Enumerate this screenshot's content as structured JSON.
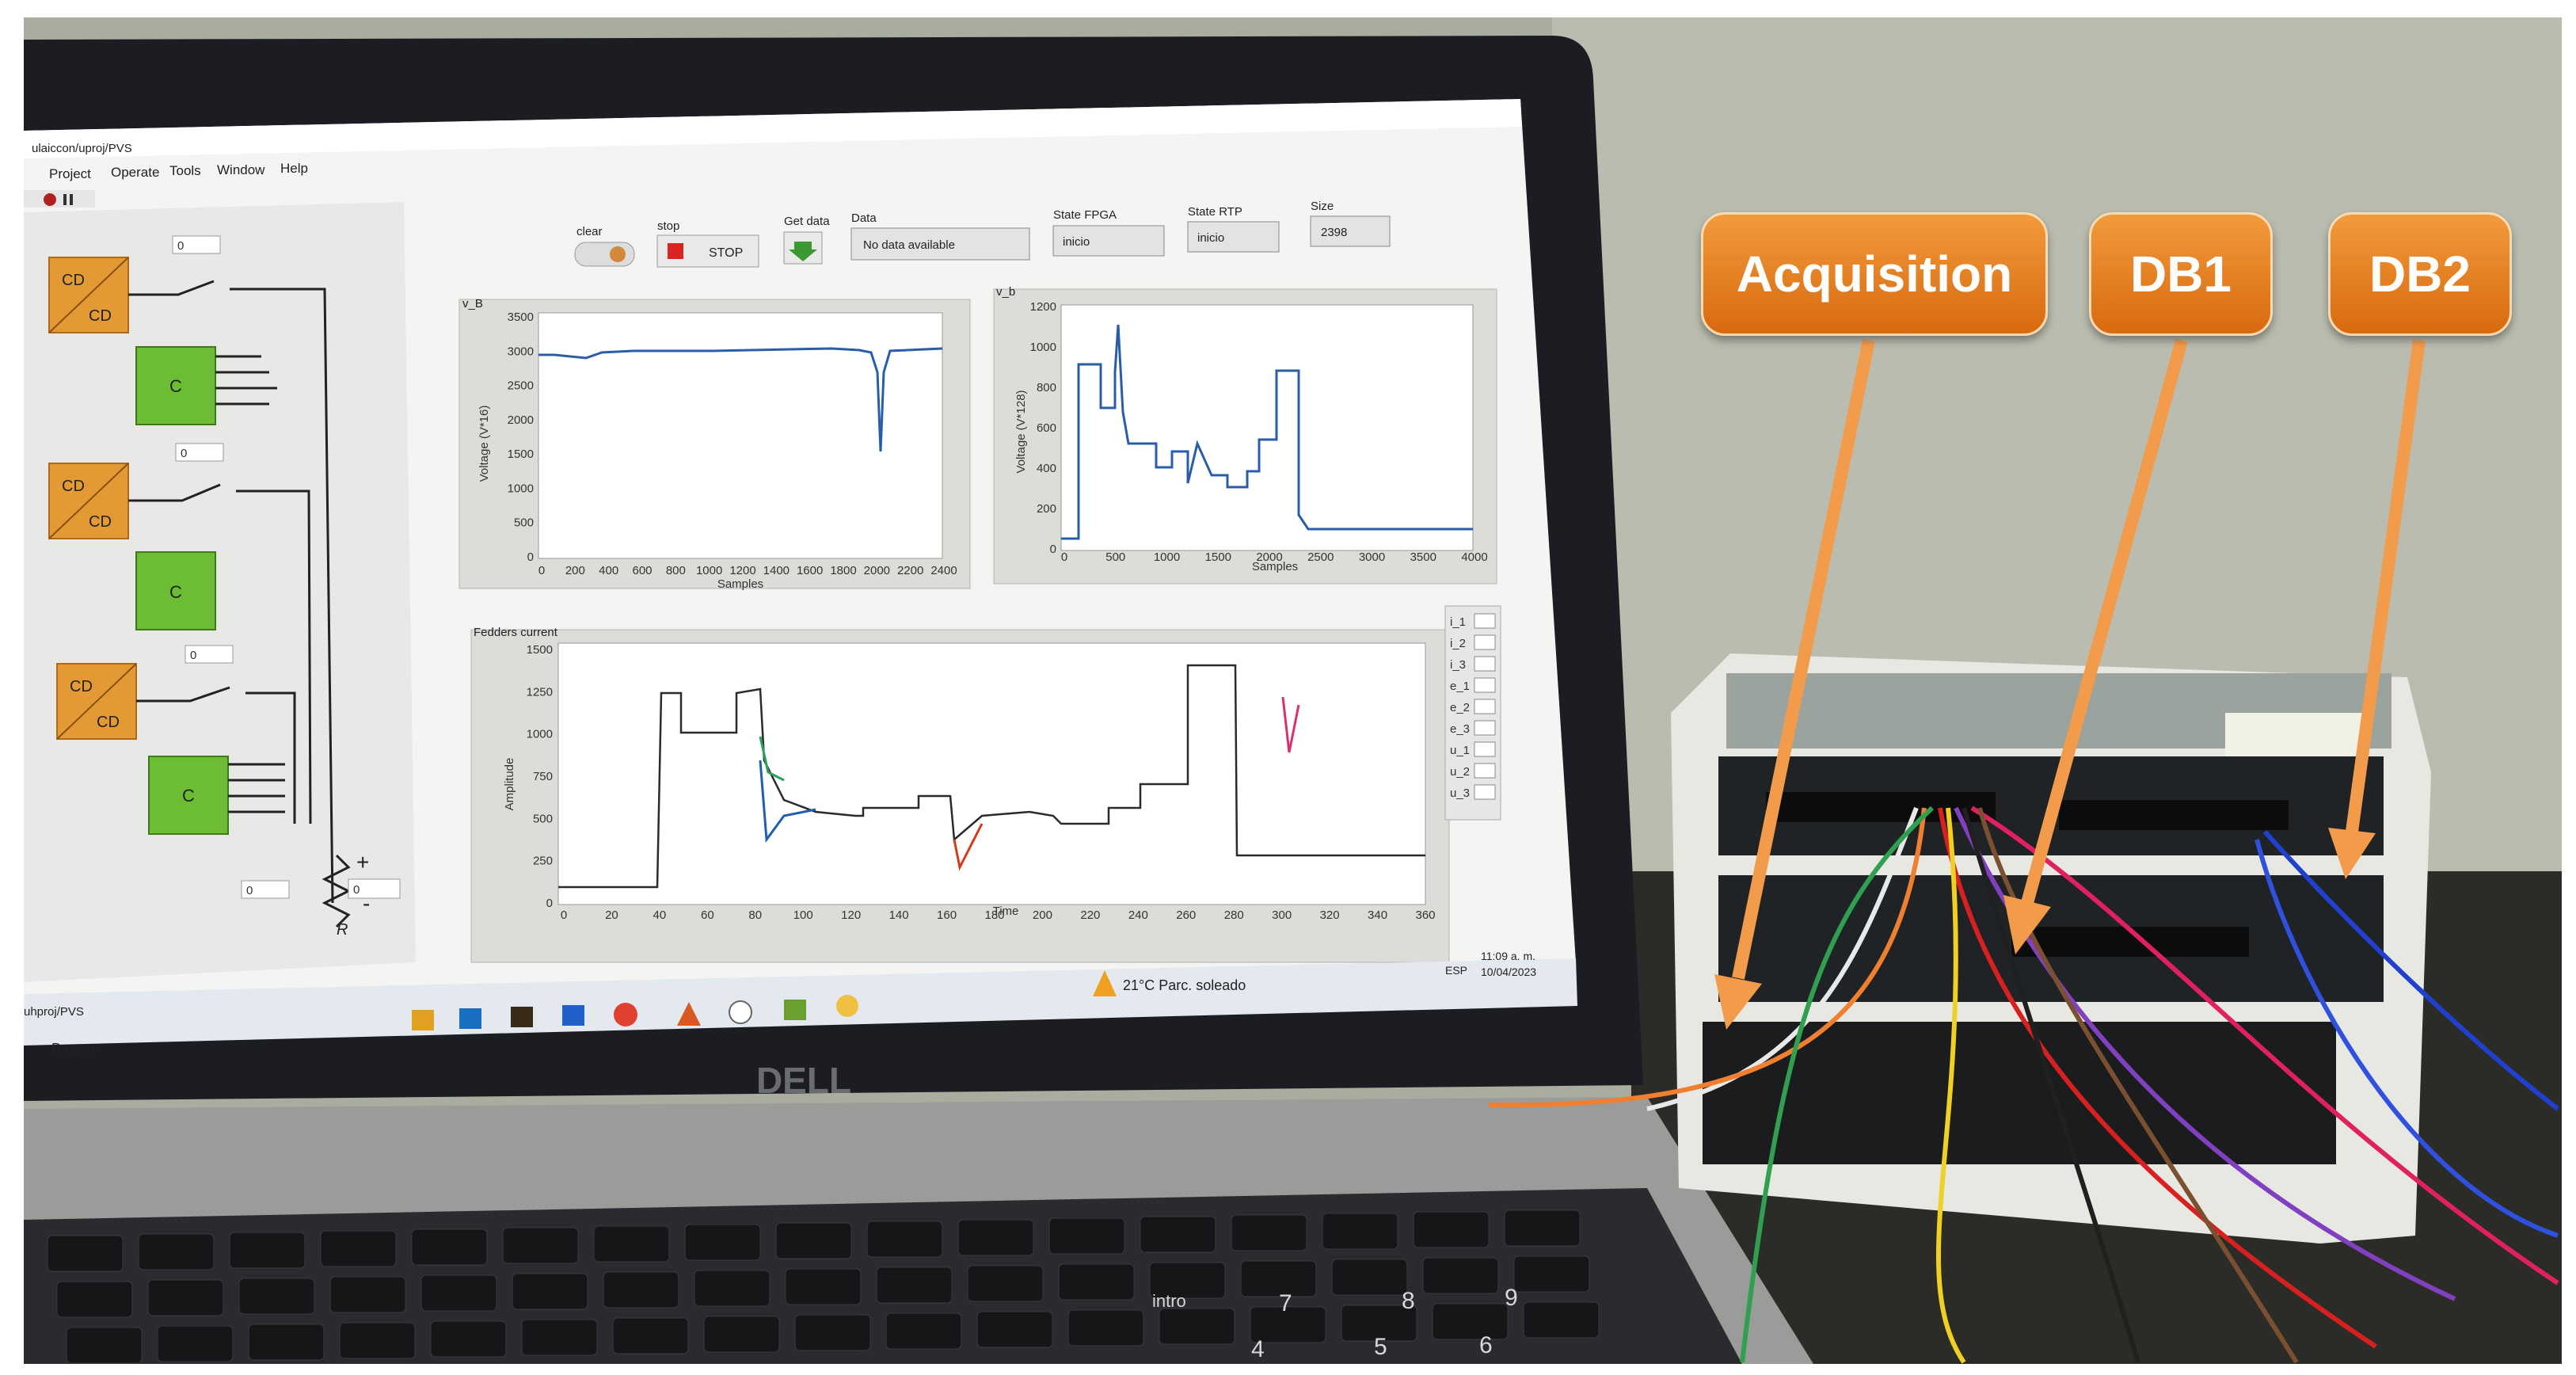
{
  "annotations": {
    "acquisition": "Acquisition",
    "db1": "DB1",
    "db2": "DB2"
  },
  "labview": {
    "title": "ulaiccon/uproj/PVS",
    "menu": [
      "Project",
      "Operate",
      "Tools",
      "Window",
      "Help"
    ],
    "controls": {
      "clear_label": "clear",
      "stop_label": "stop",
      "stop_button": "STOP",
      "get_data_label": "Get data",
      "data_label": "Data",
      "data_value": "No data available",
      "state_fpga_label": "State FPGA",
      "state_fpga_value": "inicio",
      "state_rtp_label": "State RTP",
      "state_rtp_value": "inicio",
      "size_label": "Size",
      "size_value": "2398"
    },
    "schematic": {
      "cd": "CD",
      "c": "C",
      "zero": "0",
      "resistor": "R",
      "plus": "+",
      "minus": "-"
    },
    "chart_vb": {
      "title": "v_B",
      "ylabel": "Voltage (V*16)",
      "xlabel": "Samples",
      "yticks": [
        "3500",
        "3000",
        "2500",
        "2000",
        "1500",
        "1000",
        "500",
        "0"
      ],
      "xticks": [
        "0",
        "200",
        "400",
        "600",
        "800",
        "1000",
        "1200",
        "1400",
        "1600",
        "1800",
        "2000",
        "2200",
        "2400"
      ]
    },
    "chart_vb2": {
      "title": "v_b",
      "ylabel": "Voltage (V*128)",
      "xlabel": "Samples",
      "yticks": [
        "1200",
        "1000",
        "800",
        "600",
        "400",
        "200",
        "0"
      ],
      "xticks": [
        "0",
        "500",
        "1000",
        "1500",
        "2000",
        "2500",
        "3000",
        "3500",
        "4000"
      ]
    },
    "chart_feeders": {
      "title": "Fedders current",
      "ylabel": "Amplitude",
      "xlabel": "Time",
      "yticks": [
        "1500",
        "1250",
        "1000",
        "750",
        "500",
        "250",
        "0"
      ],
      "xticks": [
        "0",
        "20",
        "40",
        "60",
        "80",
        "100",
        "120",
        "140",
        "160",
        "180",
        "200",
        "220",
        "240",
        "260",
        "280",
        "300",
        "320",
        "340",
        "360"
      ]
    },
    "legend": [
      "i_1",
      "i_2",
      "i_3",
      "e_1",
      "e_2",
      "e_3",
      "u_1",
      "u_2",
      "u_3"
    ]
  },
  "taskbar": {
    "search": "Buscar",
    "vi_tab": "uhproj/PVS",
    "weather": "21°C  Parc. soleado",
    "lang": "ESP",
    "time": "11:09 a. m.",
    "date": "10/04/2023"
  },
  "laptop_brand": "DELL",
  "keyboard": {
    "keys": [
      "7",
      "8",
      "9",
      "4",
      "5",
      "6",
      "intro"
    ]
  }
}
